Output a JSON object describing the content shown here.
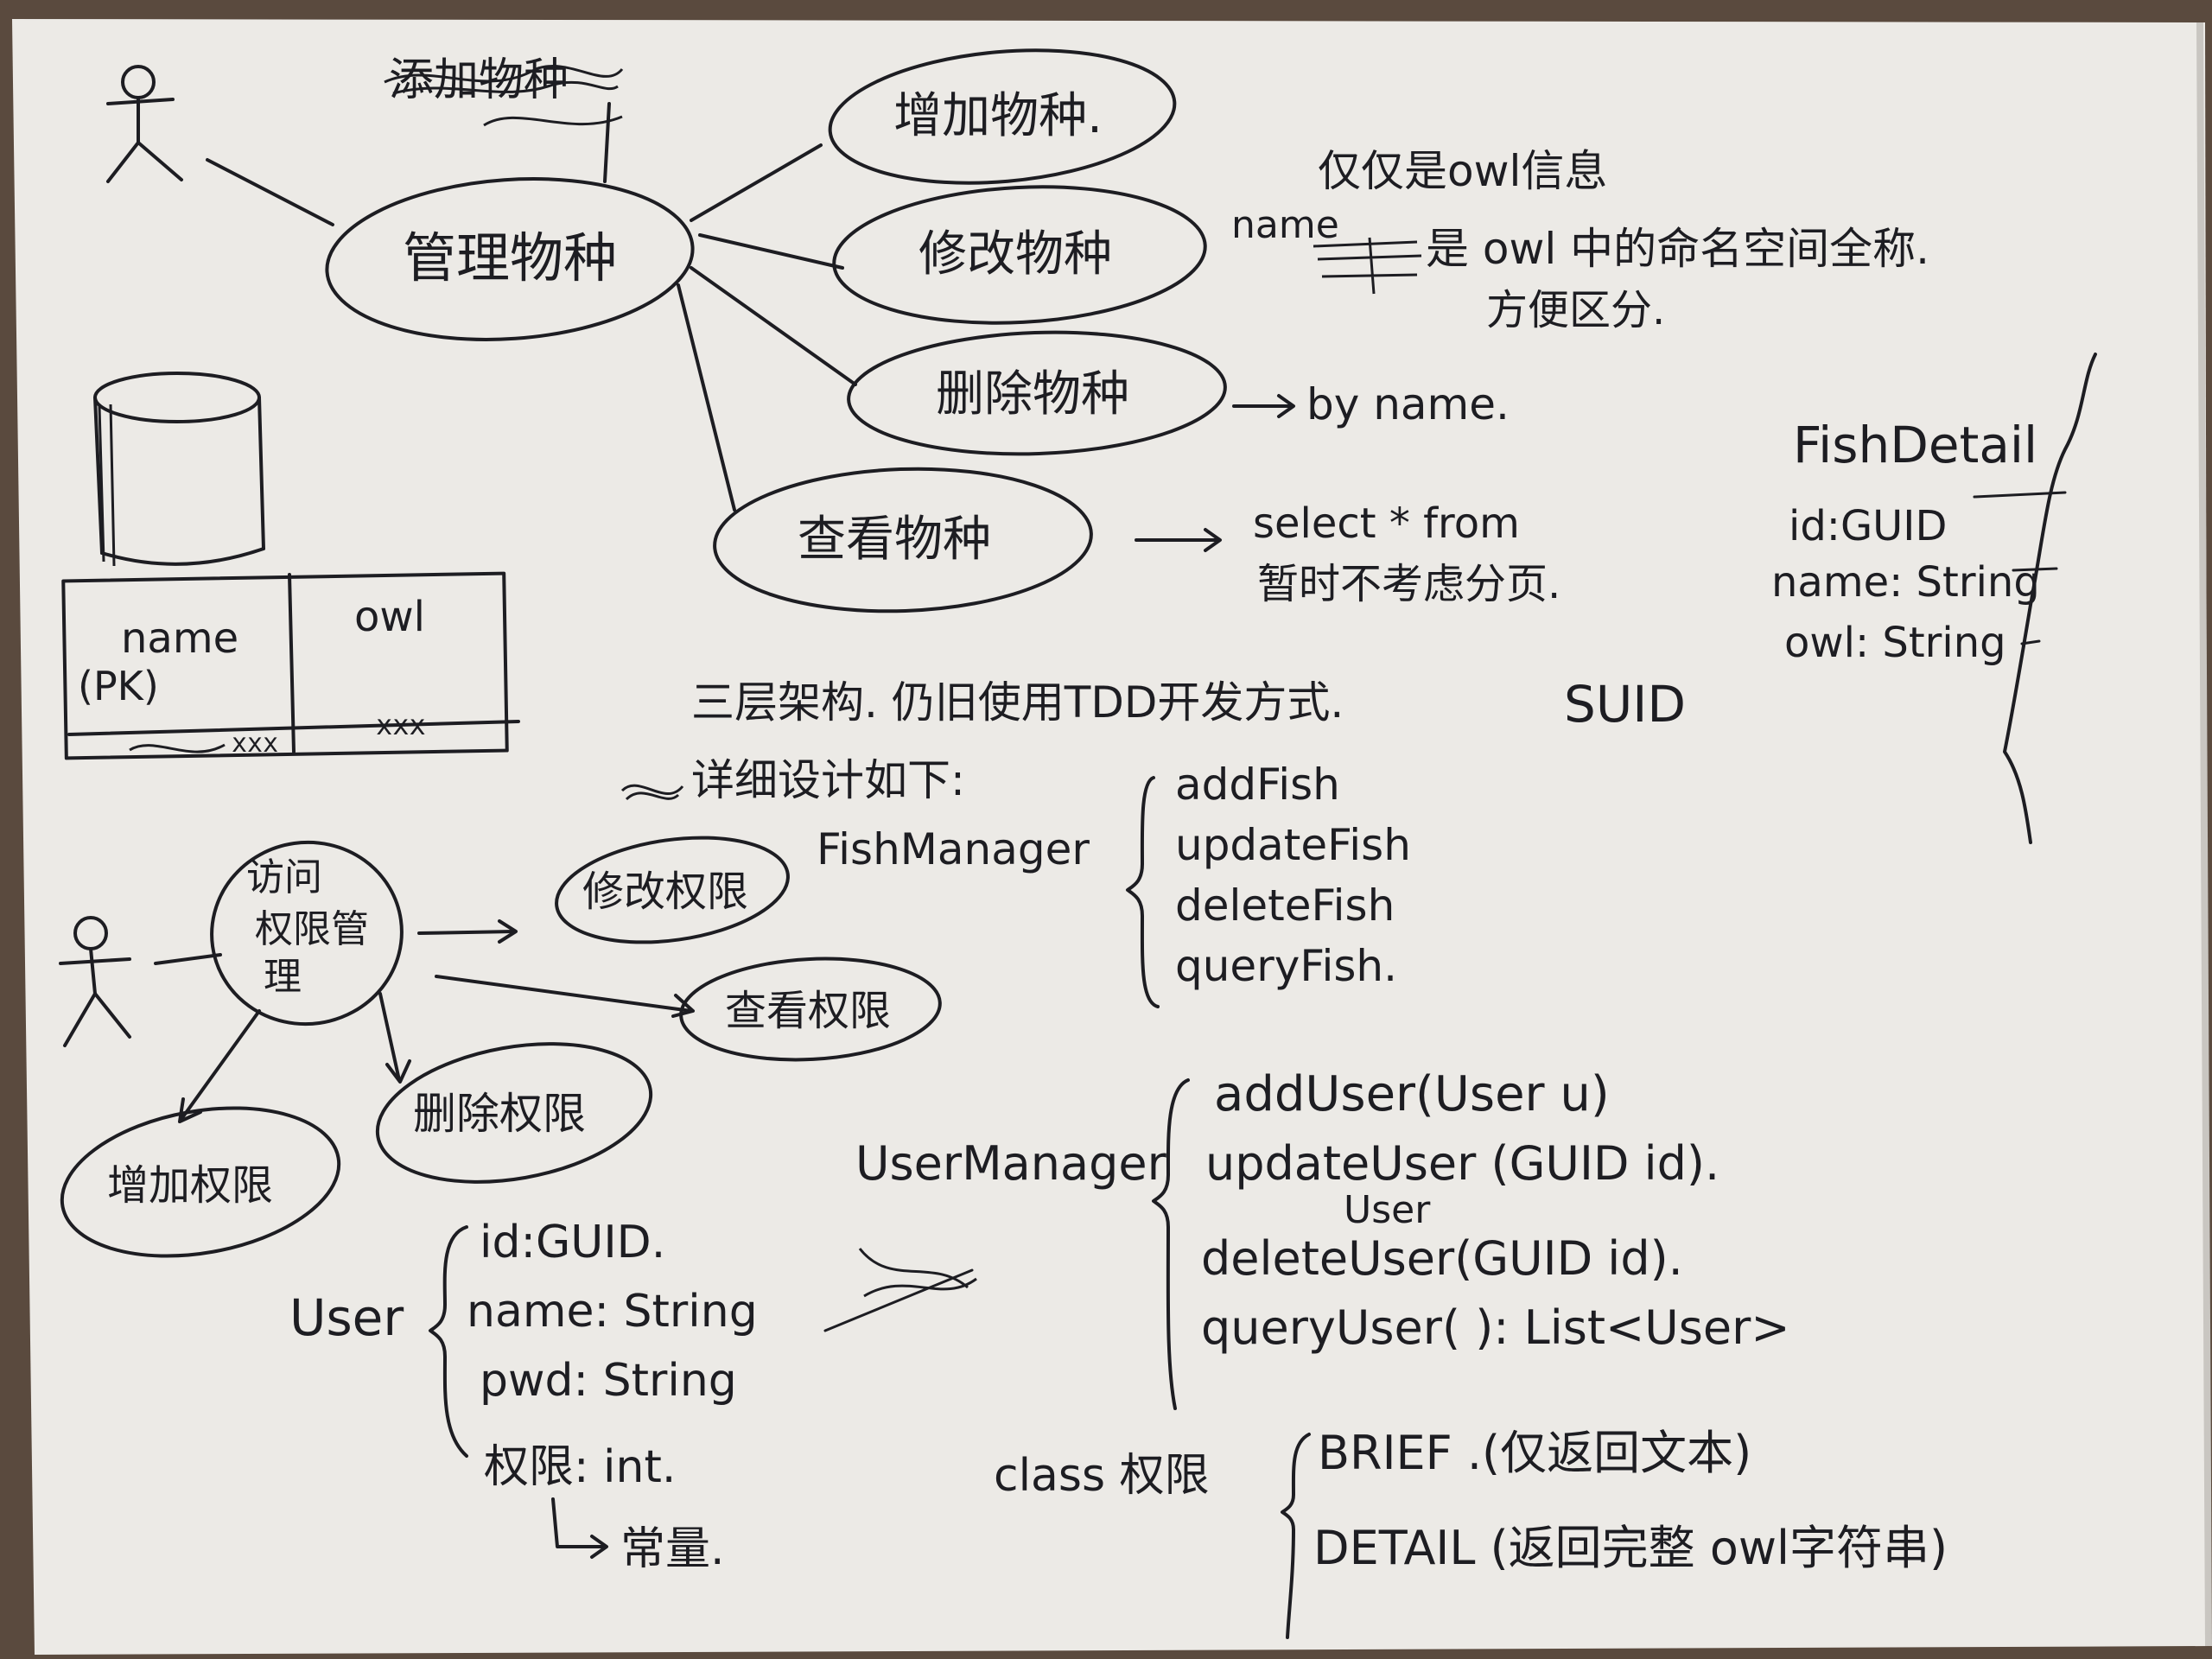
{
  "diagram": {
    "use_case_species": {
      "crossed_text": "添加物种",
      "center": "管理物种",
      "add": "增加物种.",
      "modify": "修改物种",
      "delete": "删除物种",
      "view": "查看物种"
    },
    "notes": {
      "name_label": "name",
      "owl_only": "仅仅是owl信息",
      "name_note_line1": "是 owl 中的命名空间全称.",
      "name_note_line2": "方便区分.",
      "by_name": "by name.",
      "select_line1": "select * from",
      "select_line2": "暂时不考虑分页.",
      "architecture": "三层架构. 仍旧使用TDD开发方式.",
      "detailed_design": "详细设计如下:",
      "suid": "SUID"
    },
    "db_table": {
      "col1": "name",
      "col1_sub": "(PK)",
      "col2": "owl",
      "row1_col1": "xxx",
      "row1_col2": "xxx"
    },
    "fish_manager": {
      "name": "FishManager",
      "methods": [
        "addFish",
        "updateFish",
        "deleteFish",
        "queryFish."
      ]
    },
    "fish_detail": {
      "name": "FishDetail",
      "fields": [
        "id:GUID",
        "name: String",
        "owl: String"
      ]
    },
    "use_case_access": {
      "center_line1": "访问",
      "center_line2": "权限管",
      "center_line3": "理",
      "modify": "修改权限",
      "view": "查看权限",
      "delete": "删除权限",
      "add": "增加权限"
    },
    "user": {
      "name": "User",
      "fields": [
        "id:GUID.",
        "name: String",
        "pwd: String",
        "权限: int."
      ],
      "constant_note": "常量."
    },
    "user_manager": {
      "name": "UserManager",
      "methods": [
        "addUser(User u)",
        "updateUser (GUID id).",
        "deleteUser(GUID id).",
        "queryUser( ): List<User>"
      ],
      "user_above": "User"
    },
    "permission_class": {
      "label": "class 权限",
      "values": [
        "BRIEF  .(仅返回文本)",
        "DETAIL (返回完整 owl字符串)"
      ]
    }
  }
}
